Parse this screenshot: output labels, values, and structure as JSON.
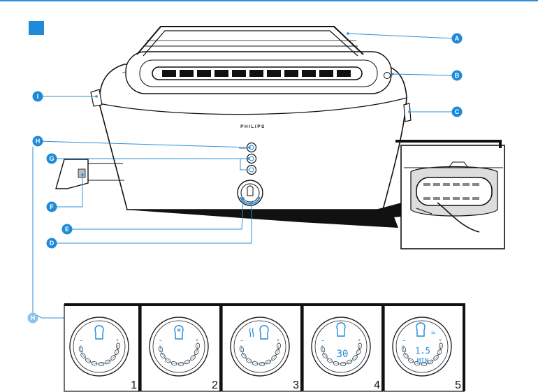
{
  "brand": "PHILIPS",
  "callouts": {
    "A": "A",
    "B": "B",
    "C": "C",
    "D": "D",
    "E": "E",
    "F": "F",
    "G": "G",
    "H": "H",
    "H2": "H",
    "I": "I"
  },
  "control_labels": {
    "reheat": "REHEAT"
  },
  "panels": [
    {
      "number": "1",
      "display": ""
    },
    {
      "number": "2",
      "display": ""
    },
    {
      "number": "3",
      "display": ""
    },
    {
      "number": "4",
      "display": "30"
    },
    {
      "number": "5",
      "display": "1.5",
      "unit": "MIN"
    }
  ],
  "colors": {
    "accent": "#1f8ad8",
    "line": "#111111"
  }
}
